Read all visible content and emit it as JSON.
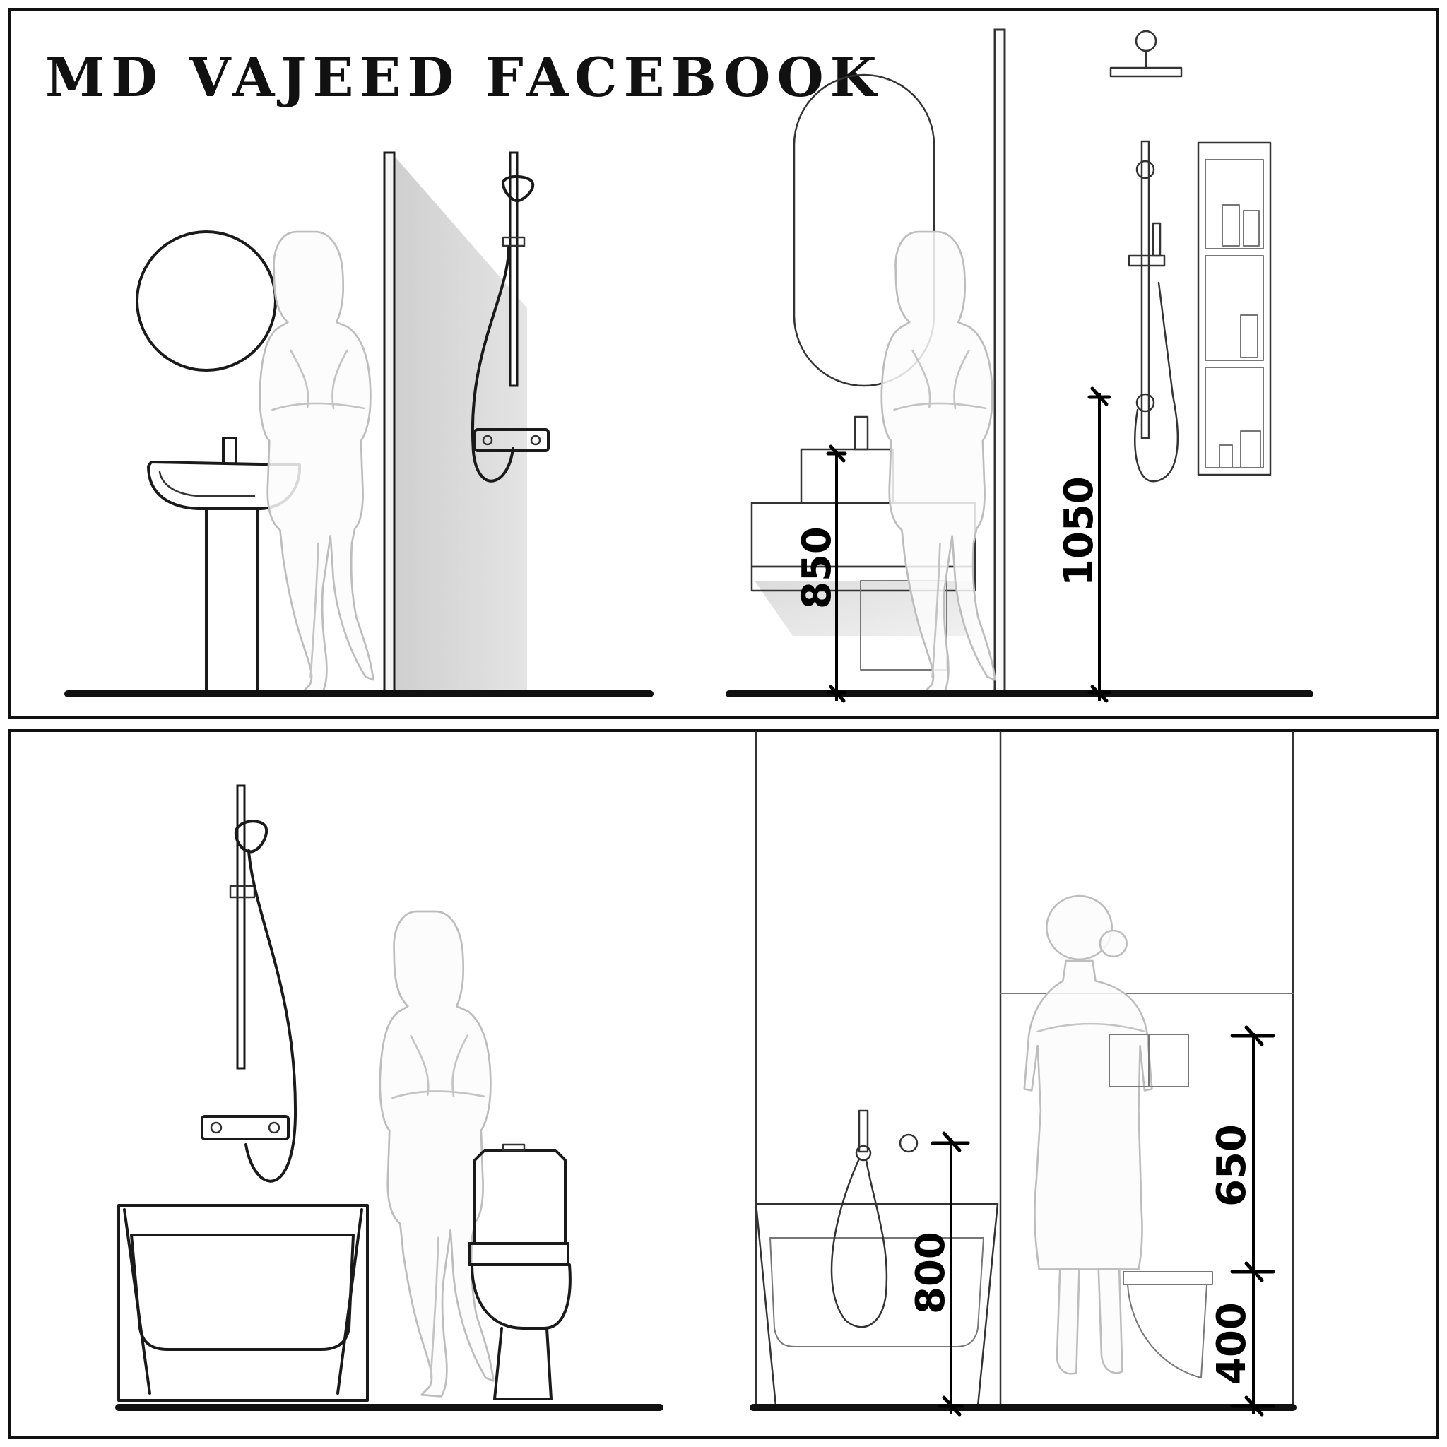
{
  "title": "MD VAJEED FACEBOOK",
  "dimensions": {
    "vanity_height": "850",
    "shower_mixer_height": "1050",
    "bidet_spray_height": "800",
    "toilet_flush_height": "650",
    "toilet_seat_height": "400"
  },
  "colors": {
    "ink": "#1a1a1a",
    "figure_outline": "#bdbdbd",
    "shower_panel_shade": "#d8d8d8",
    "background": "#ffffff"
  }
}
